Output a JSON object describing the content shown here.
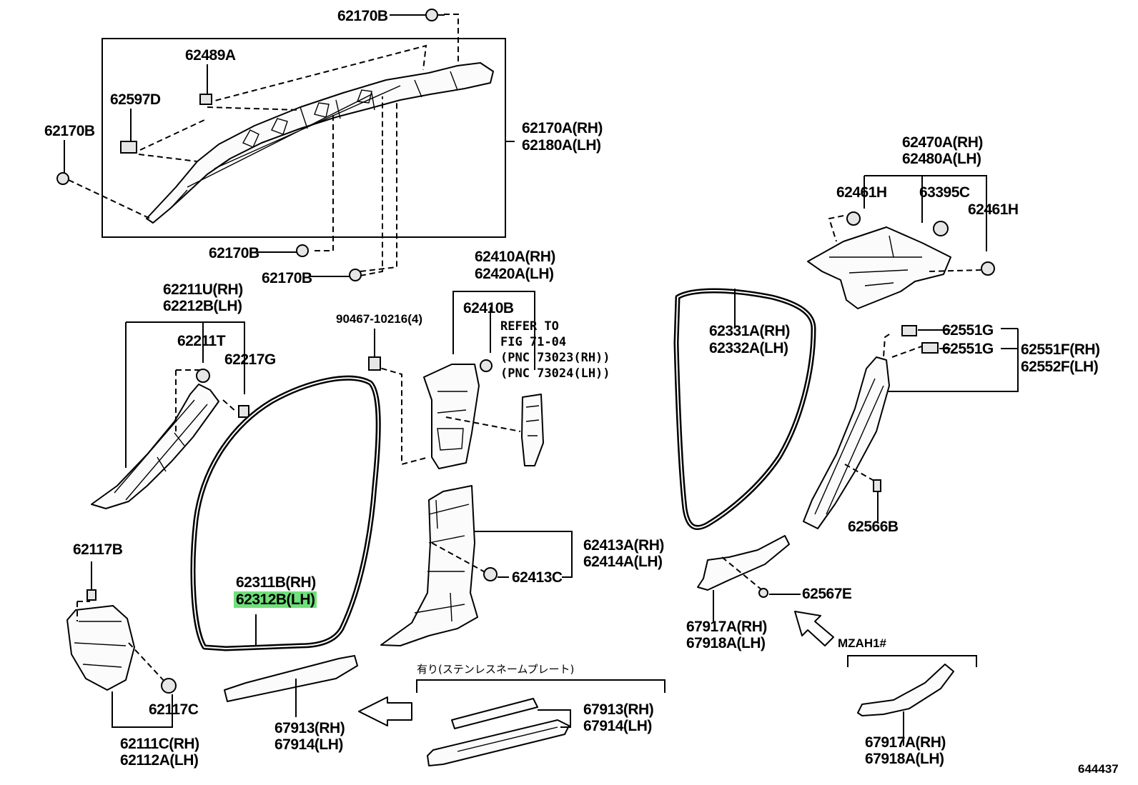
{
  "figure_code": "644437",
  "highlight_color": "#6fe07a",
  "labels": {
    "l_62170B_top": "62170B",
    "l_62489A": "62489A",
    "l_62597D": "62597D",
    "l_62170B_left": "62170B",
    "l_62170A": "62170A(RH)",
    "l_62180A": "62180A(LH)",
    "l_62170B_mid1": "62170B",
    "l_62170B_mid2": "62170B",
    "l_62211U": "62211U(RH)",
    "l_62212B": "62212B(LH)",
    "l_62211T": "62211T",
    "l_62217G": "62217G",
    "l_90467": "90467-10216(4)",
    "l_62410A": "62410A(RH)",
    "l_62420A": "62420A(LH)",
    "l_62410B": "62410B",
    "l_refer1": "REFER TO",
    "l_refer2": "FIG 71-04",
    "l_refer3": "(PNC 73023(RH))",
    "l_refer4": "(PNC 73024(LH))",
    "l_62470A": "62470A(RH)",
    "l_62480A": "62480A(LH)",
    "l_62461H_a": "62461H",
    "l_63395C": "63395C",
    "l_62461H_b": "62461H",
    "l_62331A": "62331A(RH)",
    "l_62332A": "62332A(LH)",
    "l_62551G_a": "62551G",
    "l_62551G_b": "62551G",
    "l_62551F": "62551F(RH)",
    "l_62552F": "62552F(LH)",
    "l_62566B": "62566B",
    "l_62117B": "62117B",
    "l_62311B": "62311B(RH)",
    "l_62312B": "62312B(LH)",
    "l_62413A": "62413A(RH)",
    "l_62414A": "62414A(LH)",
    "l_62413C": "62413C",
    "l_62567E": "62567E",
    "l_67917A_a": "67917A(RH)",
    "l_67918A_a": "67918A(LH)",
    "l_mzah": "MZAH1#",
    "l_jp": "有り(ステンレスネームプレート)",
    "l_62117C": "62117C",
    "l_62111C": "62111C(RH)",
    "l_62112A": "62112A(LH)",
    "l_67913_a": "67913(RH)",
    "l_67914_a": "67914(LH)",
    "l_67913_b": "67913(RH)",
    "l_67914_b": "67914(LH)",
    "l_67917A_b": "67917A(RH)",
    "l_67918A_b": "67918A(LH)"
  }
}
